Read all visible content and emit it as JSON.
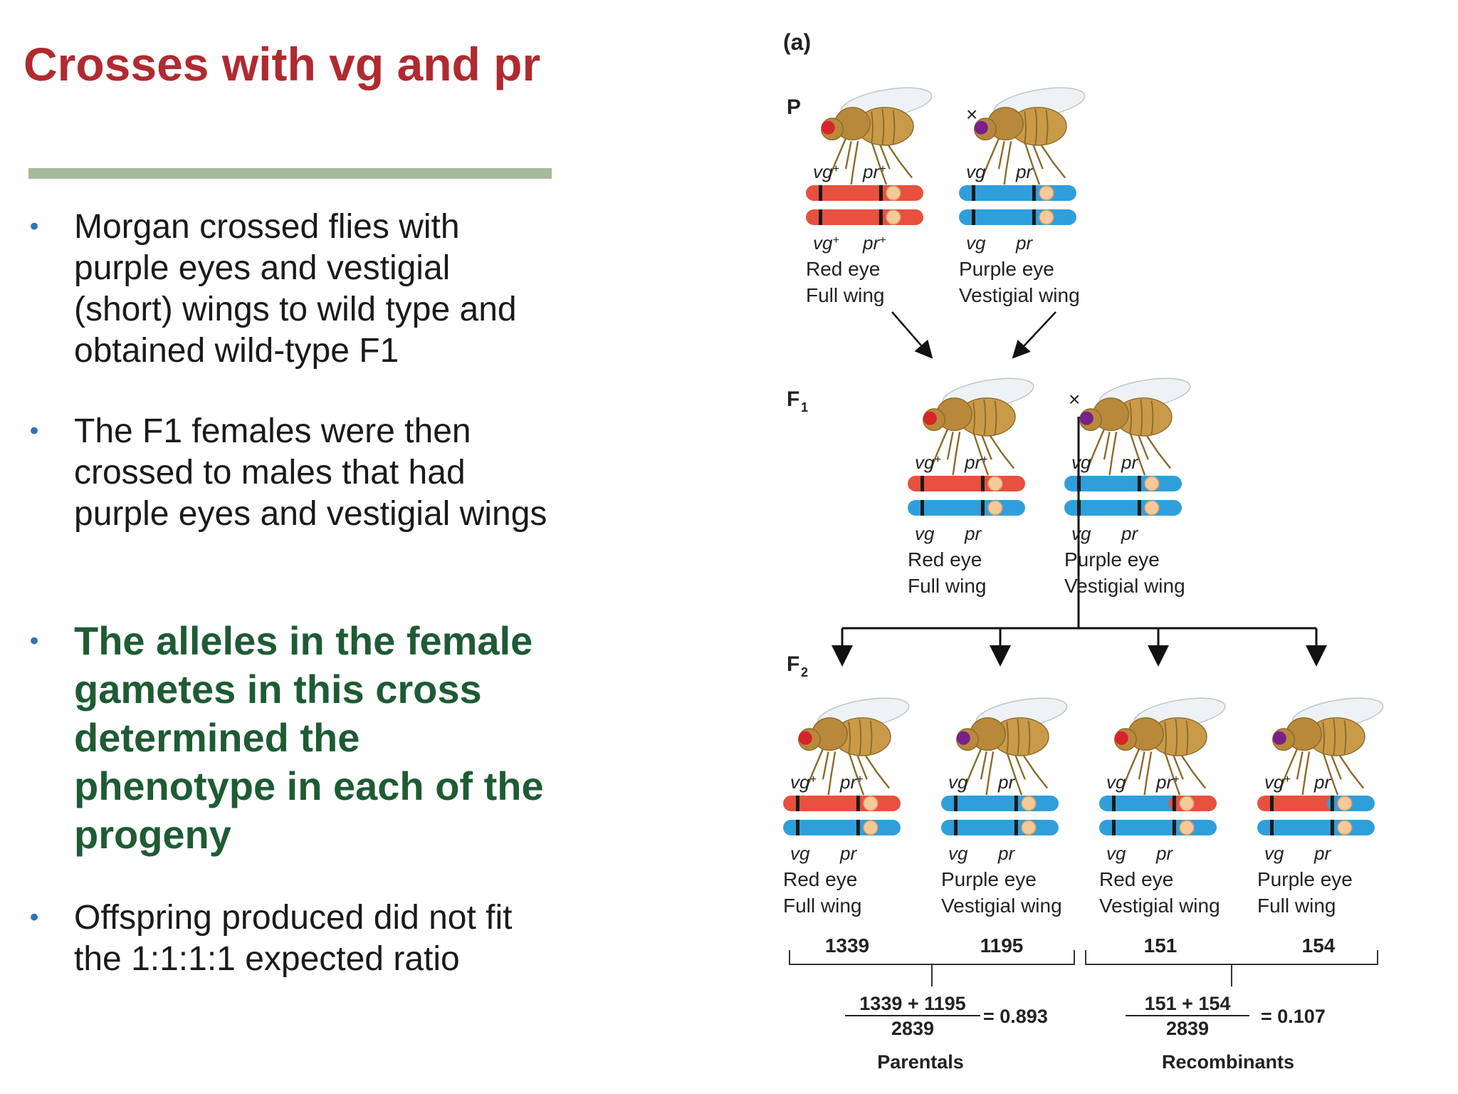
{
  "slide": {
    "title": "Crosses with vg and pr",
    "bullets": [
      "Morgan crossed flies with purple eyes and vestigial (short) wings to wild type and obtained wild-type F1",
      "The F1 females were then crossed to males that had purple eyes and vestigial wings",
      "The alleles in the female gametes in this cross determined the phenotype in each of the progeny",
      "Offspring produced did not fit the 1:1:1:1 expected ratio"
    ]
  },
  "colors": {
    "title": "#b02a30",
    "emphasis": "#1e5b35",
    "bullet_dot": "#2f74b5",
    "rule": "#a6b99a",
    "wild_chromosome": "#e8503f",
    "mutant_chromosome": "#2f9fdc",
    "red_eye": "#d8232a",
    "purple_eye": "#7a1f8c",
    "fly_body": "#c79a45"
  },
  "figure": {
    "panel": "(a)",
    "gen_p": "P",
    "gen_f1": "F",
    "gen_f1_sub": "1",
    "gen_f2": "F",
    "gen_f2_sub": "2",
    "cross_symbol": "×",
    "p_left": {
      "top": [
        "vg+",
        "pr+"
      ],
      "bottom": [
        "vg+",
        "pr+"
      ],
      "eye": "Red eye",
      "wing": "Full wing",
      "top_colors": [
        "wild",
        "wild"
      ],
      "bottom_colors": [
        "wild",
        "wild"
      ]
    },
    "p_right": {
      "top": [
        "vg",
        "pr"
      ],
      "bottom": [
        "vg",
        "pr"
      ],
      "eye": "Purple eye",
      "wing": "Vestigial wing",
      "top_colors": [
        "mutant",
        "mutant"
      ],
      "bottom_colors": [
        "mutant",
        "mutant"
      ]
    },
    "f1_left": {
      "top": [
        "vg+",
        "pr+"
      ],
      "bottom": [
        "vg",
        "pr"
      ],
      "eye": "Red eye",
      "wing": "Full wing",
      "top_colors": [
        "wild",
        "wild"
      ],
      "bottom_colors": [
        "mutant",
        "mutant"
      ]
    },
    "f1_right": {
      "top": [
        "vg",
        "pr"
      ],
      "bottom": [
        "vg",
        "pr"
      ],
      "eye": "Purple eye",
      "wing": "Vestigial wing",
      "top_colors": [
        "mutant",
        "mutant"
      ],
      "bottom_colors": [
        "mutant",
        "mutant"
      ]
    },
    "f2": [
      {
        "top": [
          "vg+",
          "pr+"
        ],
        "bottom": [
          "vg",
          "pr"
        ],
        "eye": "Red eye",
        "wing": "Full wing",
        "count": "1339",
        "top_colors": [
          "wild",
          "wild"
        ],
        "eye_color": "red"
      },
      {
        "top": [
          "vg",
          "pr"
        ],
        "bottom": [
          "vg",
          "pr"
        ],
        "eye": "Purple eye",
        "wing": "Vestigial wing",
        "count": "1195",
        "top_colors": [
          "mutant",
          "mutant"
        ],
        "eye_color": "purple"
      },
      {
        "top": [
          "vg",
          "pr+"
        ],
        "bottom": [
          "vg",
          "pr"
        ],
        "eye": "Red eye",
        "wing": "Vestigial wing",
        "count": "151",
        "top_colors": [
          "mutant",
          "wild"
        ],
        "eye_color": "red"
      },
      {
        "top": [
          "vg+",
          "pr"
        ],
        "bottom": [
          "vg",
          "pr"
        ],
        "eye": "Purple eye",
        "wing": "Full wing",
        "count": "154",
        "top_colors": [
          "wild",
          "mutant"
        ],
        "eye_color": "purple"
      }
    ],
    "parentals": {
      "numerator": "1339 + 1195",
      "denominator": "2839",
      "result": "= 0.893",
      "label": "Parentals"
    },
    "recombinants": {
      "numerator": "151 + 154",
      "denominator": "2839",
      "result": "= 0.107",
      "label": "Recombinants"
    }
  }
}
